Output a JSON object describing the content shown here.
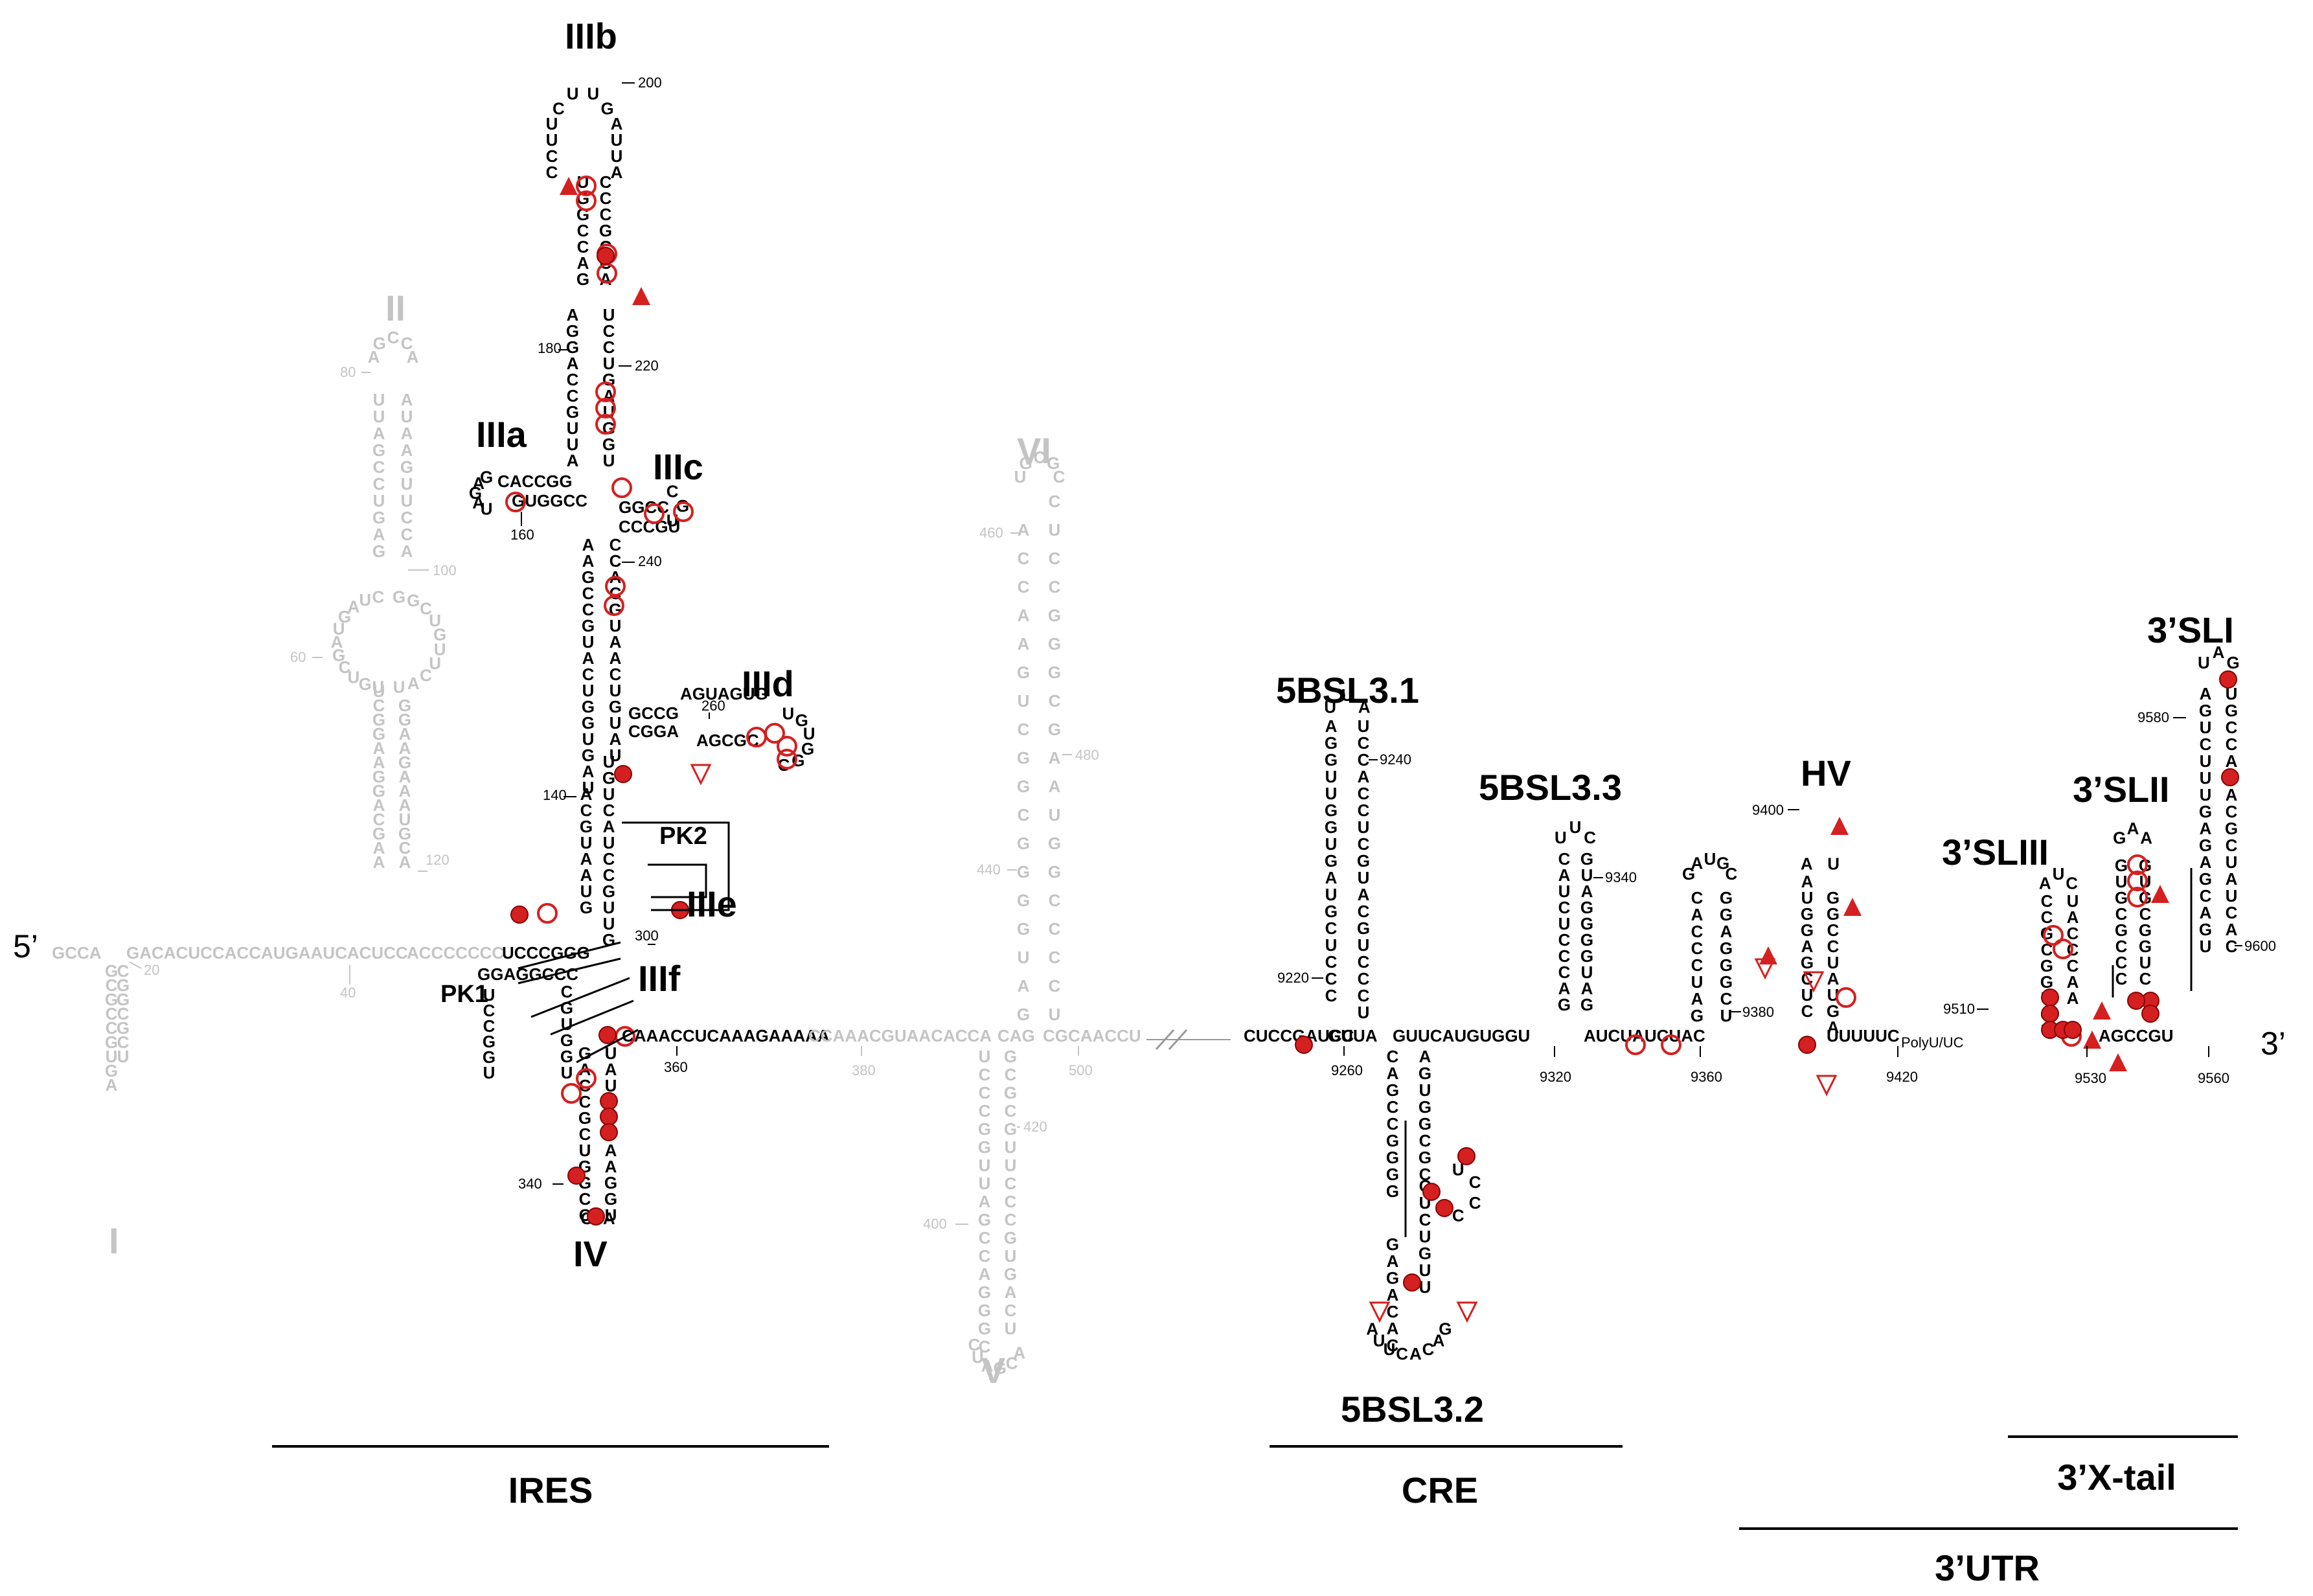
{
  "labels": {
    "five_prime": "5’",
    "three_prime": "3’",
    "I": "I",
    "II": "II",
    "IIIa": "IIIa",
    "IIIb": "IIIb",
    "IIIc": "IIIc",
    "IIId": "IIId",
    "IIIe": "IIIe",
    "IIIf": "IIIf",
    "IV": "IV",
    "V": "V",
    "VI": "VI",
    "PK1": "PK1",
    "PK2": "PK2",
    "s5BSL31": "5BSL3.1",
    "s5BSL32": "5BSL3.2",
    "s5BSL33": "5BSL3.3",
    "HV": "HV",
    "SLI": "3’SLI",
    "SLII": "3’SLII",
    "SLIII": "3’SLIII",
    "polyU": "PolyU/UC",
    "IRES": "IRES",
    "CRE": "CRE",
    "XTAIL": "3’X-tail",
    "UTR": "3’UTR"
  },
  "numbers": {
    "n20": "20",
    "n40": "40",
    "n60": "60",
    "n80": "80",
    "n100": "100",
    "n120": "120",
    "n140": "140",
    "n160": "160",
    "n180": "180",
    "n200": "200",
    "n220": "220",
    "n240": "240",
    "n260": "260",
    "n300": "300",
    "n340": "340",
    "n360": "360",
    "n380": "380",
    "n400": "400",
    "n420": "420",
    "n440": "440",
    "n460": "460",
    "n480": "480",
    "n500": "500",
    "n9220": "9220",
    "n9240": "9240",
    "n9260": "9260",
    "n9320": "9320",
    "n9340": "9340",
    "n9360": "9360",
    "n9380": "9380",
    "n9400": "9400",
    "n9420": "9420",
    "n9510": "9510",
    "n9530": "9530",
    "n9560": "9560",
    "n9580": "9580",
    "n9600": "9600"
  },
  "strings": {
    "dom1_gray": "GCCA",
    "dom1_main": "GACACUCCACCAUGAAUCACUCC",
    "dom2_link": "ACCCCCCC",
    "iiie_top": "UCCCGGG",
    "iiie_bot": "GGAGGCCC",
    "iiif_link": "CAAACCUCAAAGAAAAA",
    "dom5_link": "CCAAACGUAACACCA",
    "dom6_foot": "CAG",
    "dom6_tail": "CGCAACCU",
    "cre_left": "CUCCGAUCC",
    "cre_mid": "GUUA",
    "cre_mid2": "GUUCAUGUGGU",
    "cre_mid3": "AUCUAUCUAC",
    "hv_tail": "UUUUUC",
    "xtail_foot": "AGCCGU",
    "iiid_top": "GCCG",
    "iiid_top2": "AGUAGUG",
    "iiid_bot": "CGGA",
    "iiid_bot2": "AGCGC",
    "iiia_top": "CACCGG",
    "iiia_bot": "GUGGCC",
    "iiic_top": "GGCC",
    "iiic_bot": "CCCGU"
  }
}
